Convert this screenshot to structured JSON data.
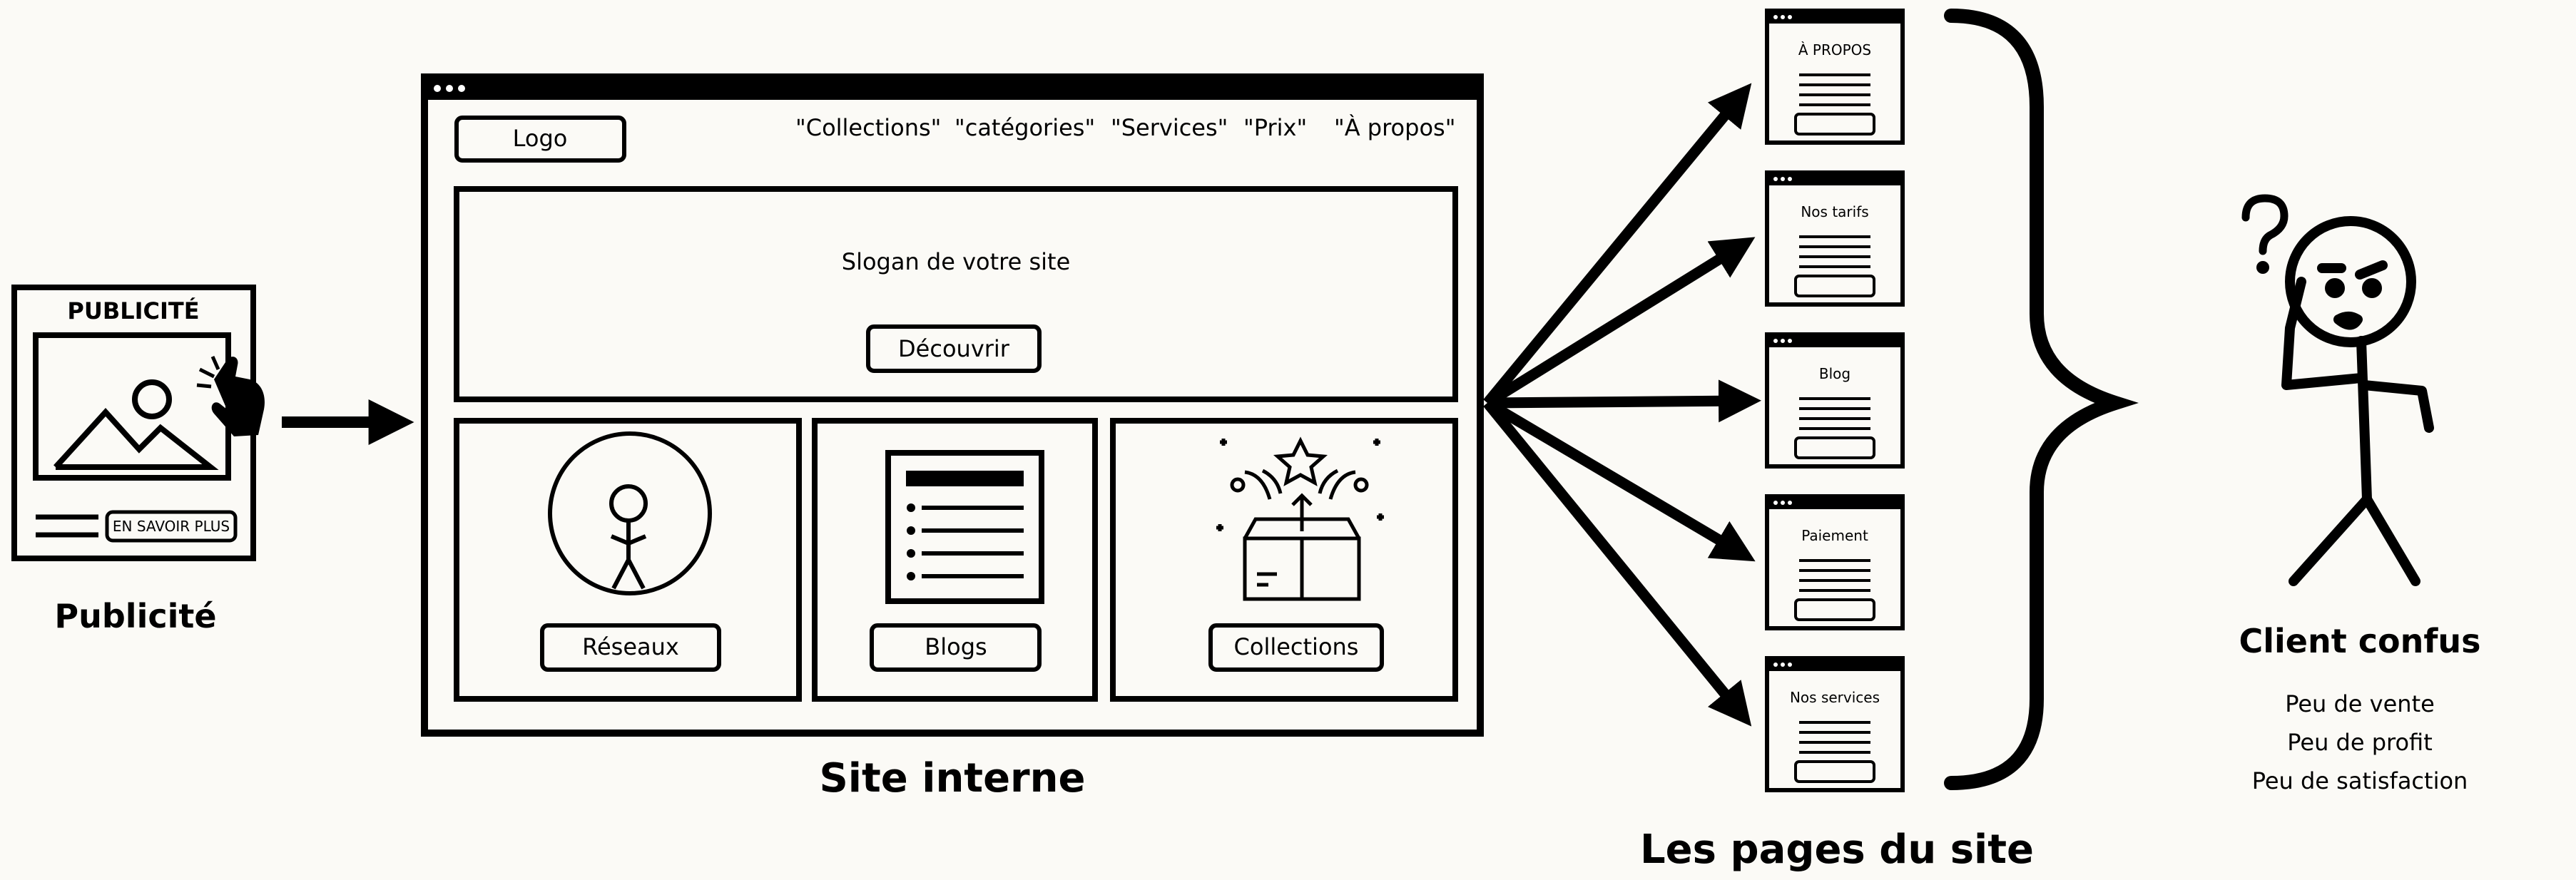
{
  "colors": {
    "ink": "#000000",
    "paper": "#fbfaf6"
  },
  "ad": {
    "header": "PUBLICITÉ",
    "button_label": "EN SAVOIR PLUS",
    "caption": "Publicité",
    "icons": [
      "image-icon",
      "pointer-hand-icon"
    ]
  },
  "site": {
    "logo_label": "Logo",
    "nav": [
      "\"Collections\"",
      "\"catégories\"",
      "\"Services\"",
      "\"Prix\"",
      "\"À propos\""
    ],
    "slogan": "Slogan de votre site",
    "discover_label": "Découvrir",
    "cards": [
      {
        "label": "Réseaux",
        "icon": "person-circle-icon"
      },
      {
        "label": "Blogs",
        "icon": "document-list-icon"
      },
      {
        "label": "Collections",
        "icon": "gift-box-fireworks-icon"
      }
    ],
    "caption": "Site interne"
  },
  "pages": {
    "items": [
      "À PROPOS",
      "Nos tarifs",
      "Blog",
      "Paiement",
      "Nos services"
    ],
    "caption": "Les pages du site"
  },
  "client": {
    "title": "Client confus",
    "lines": [
      "Peu de vente",
      "Peu de profit",
      "Peu de satisfaction"
    ],
    "icons": [
      "confused-stick-figure-icon",
      "question-mark-icon"
    ]
  }
}
